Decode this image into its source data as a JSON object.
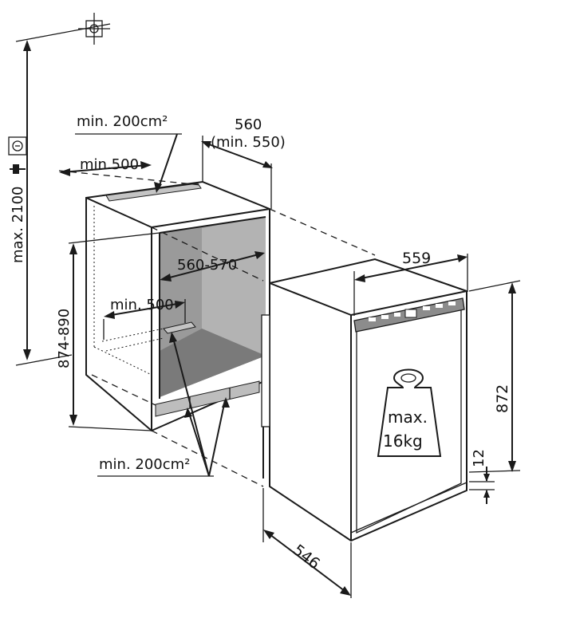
{
  "labels": {
    "max_height": "max. 2100",
    "vent_top": "min. 200cm²",
    "min_depth_top": "min.500",
    "niche_width": "560",
    "niche_width_min": "(min. 550)",
    "inner_width": "560-570",
    "niche_height": "874-890",
    "min_depth_floor": "min. 500",
    "vent_bottom": "min. 200cm²",
    "appliance_width": "559",
    "appliance_height": "872",
    "plinth_gap": "12",
    "appliance_depth": "546",
    "weight_max": "max.",
    "weight_value": "16kg"
  },
  "icons": [
    "wall-anchor-icon",
    "power-socket-icon",
    "plug-icon",
    "weight-icon"
  ],
  "colors": {
    "line": "#1a1a1a",
    "niche_interior": "#9a9a9a",
    "niche_floor": "#7a7a7a",
    "appliance_panel": "#8c8c8c"
  }
}
